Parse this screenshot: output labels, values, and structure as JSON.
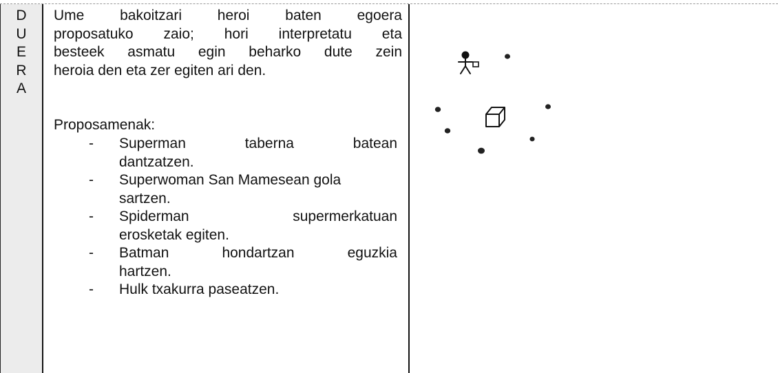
{
  "side_letters": [
    "D",
    "U",
    "E",
    "R",
    "A"
  ],
  "description_lines": [
    "Ume bakoitzari heroi baten egoera",
    "proposatuko zaio; hori interpretatu eta",
    "besteek asmatu egin beharko dute zein",
    "heroia den eta zer egiten ari den."
  ],
  "proposals_heading": "Proposamenak:",
  "proposals": [
    {
      "line1": "Superman taberna batean",
      "line2": "dantzatzen."
    },
    {
      "line1": "Superwoman San Mamesean gola",
      "line2": "sartzen."
    },
    {
      "line1": "Spiderman supermerkatuan",
      "line2": "erosketak egiten."
    },
    {
      "line1": "Batman hondartzan eguzkia",
      "line2": "hartzen."
    },
    {
      "line1": "Hulk txakurra paseatzen.",
      "line2": ""
    }
  ],
  "list_marker": "-"
}
